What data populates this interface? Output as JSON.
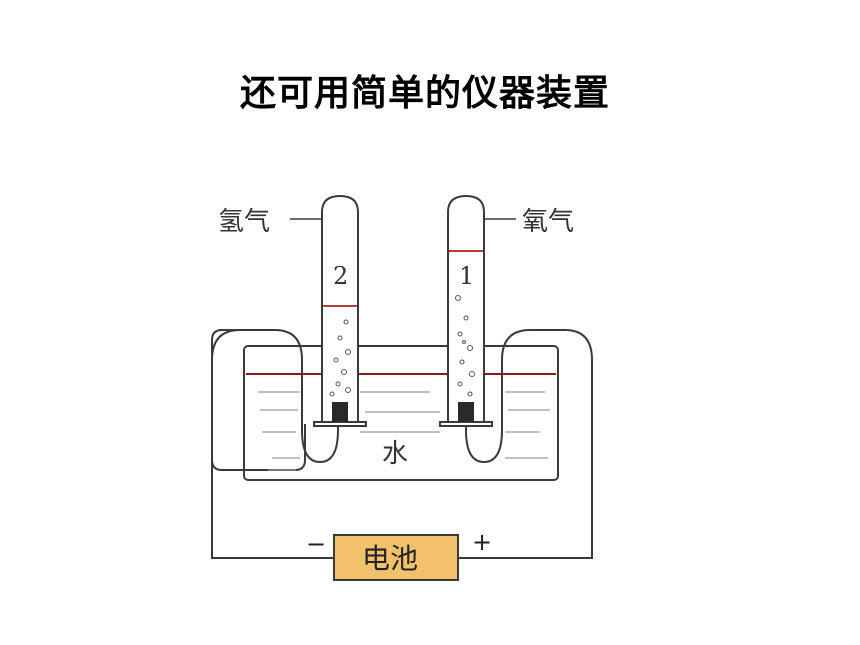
{
  "title": "还可用简单的仪器装置",
  "labels": {
    "hydrogen": "氢气",
    "oxygen": "氧气",
    "tube_left_number": "2",
    "tube_right_number": "1",
    "water": "水",
    "battery": "电池",
    "negative": "−",
    "positive": "+"
  },
  "colors": {
    "outline": "#3a3a3a",
    "gas_level": "#b83a3a",
    "water_line": "#8b1a1a",
    "battery_fill": "#f1c26b",
    "electrode": "#2a2a2a"
  }
}
